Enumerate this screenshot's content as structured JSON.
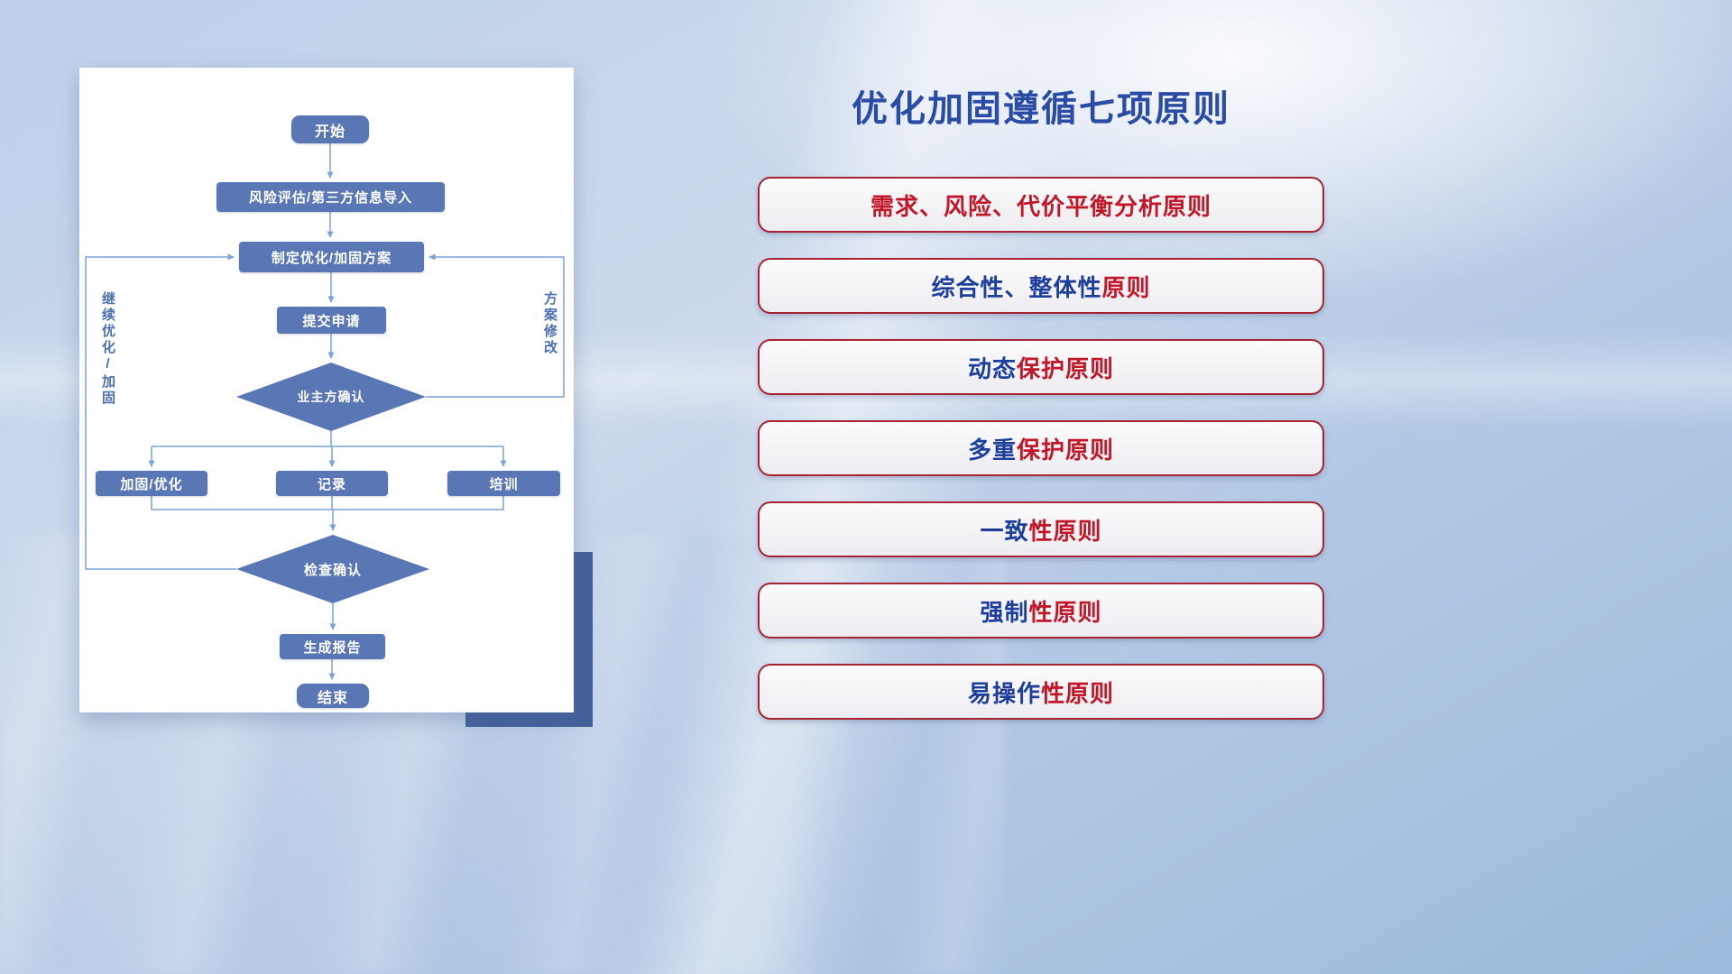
{
  "slide": {
    "title": "优化加固遵循七项原则"
  },
  "colors": {
    "red": "#c11728",
    "blue": "#1e3e9b",
    "title_blue": "#2a4ca5",
    "node_fill": "#5a77b5",
    "connector": "#7ba3d6",
    "border_red": "#a92433"
  },
  "flowchart": {
    "nodes": {
      "start": "开始",
      "risk_import": "风险评估/第三方信息导入",
      "make_plan": "制定优化/加固方案",
      "submit": "提交申请",
      "owner_confirm": "业主方确认",
      "reinforce": "加固/优化",
      "record": "记录",
      "training": "培训",
      "check_confirm": "检查确认",
      "report": "生成报告",
      "end": "结束"
    },
    "edge_labels": {
      "left_loop": "继续优化/加固",
      "right_loop": "方案修改"
    }
  },
  "principles": [
    {
      "segments": [
        {
          "text": "需求、风险、代价平衡分析原则",
          "color": "red"
        }
      ]
    },
    {
      "segments": [
        {
          "text": "综合性、整体性",
          "color": "blue"
        },
        {
          "text": "原则",
          "color": "red"
        }
      ]
    },
    {
      "segments": [
        {
          "text": "动态",
          "color": "blue"
        },
        {
          "text": "保护原则",
          "color": "red"
        }
      ]
    },
    {
      "segments": [
        {
          "text": "多重",
          "color": "blue"
        },
        {
          "text": "保护原则",
          "color": "red"
        }
      ]
    },
    {
      "segments": [
        {
          "text": "一致",
          "color": "blue"
        },
        {
          "text": "性原则",
          "color": "red"
        }
      ]
    },
    {
      "segments": [
        {
          "text": "强制",
          "color": "blue"
        },
        {
          "text": "性原则",
          "color": "red"
        }
      ]
    },
    {
      "segments": [
        {
          "text": "易操作",
          "color": "blue"
        },
        {
          "text": "性原则",
          "color": "red"
        }
      ]
    }
  ]
}
